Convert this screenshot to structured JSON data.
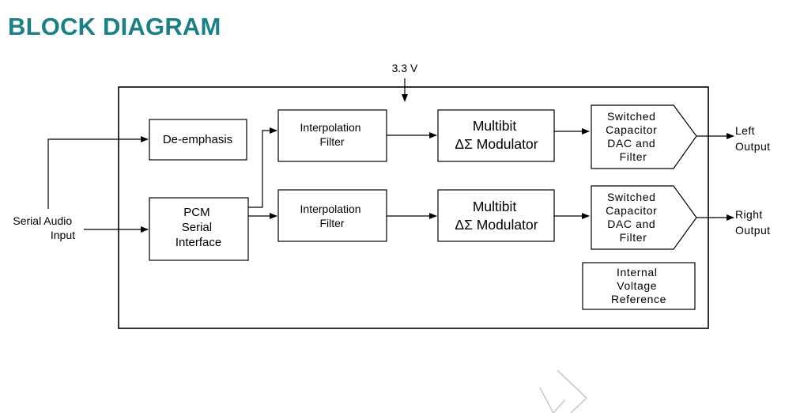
{
  "title": "BLOCK DIAGRAM",
  "supply_label": "3.3 V",
  "input_label": [
    "Serial Audio",
    "Input"
  ],
  "blocks": {
    "deemphasis": [
      "De-emphasis"
    ],
    "pcm": [
      "PCM",
      "Serial",
      "Interface"
    ],
    "interp_top": [
      "Interpolation",
      "Filter"
    ],
    "interp_bottom": [
      "Interpolation",
      "Filter"
    ],
    "mod_top": [
      "Multibit",
      "ΔΣ Modulator"
    ],
    "mod_bottom": [
      "Multibit",
      "ΔΣ Modulator"
    ],
    "dac_top": [
      "Switched",
      "Capacitor",
      "DAC and",
      "Filter"
    ],
    "dac_bottom": [
      "Switched",
      "Capacitor",
      "DAC and",
      "Filter"
    ],
    "vref": [
      "Internal",
      "Voltage",
      "Reference"
    ]
  },
  "outputs": {
    "left": [
      "Left",
      "Output"
    ],
    "right": [
      "Right",
      "Output"
    ]
  }
}
